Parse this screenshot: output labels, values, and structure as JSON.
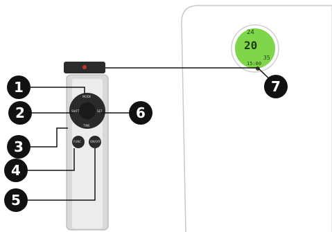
{
  "callouts": [
    {
      "label": "1",
      "meaning": "mode-button"
    },
    {
      "label": "2",
      "meaning": "left-arrow-button"
    },
    {
      "label": "3",
      "meaning": "time-button"
    },
    {
      "label": "4",
      "meaning": "function-button"
    },
    {
      "label": "5",
      "meaning": "on-off-button"
    },
    {
      "label": "6",
      "meaning": "right-arrow-button"
    },
    {
      "label": "7",
      "meaning": "ir-receiver"
    }
  ],
  "remote": {
    "mode_label": "MODE",
    "left_label": "SHIFT",
    "right_label": "SET",
    "time_label": "TIME",
    "func_label": "FUNC",
    "onoff_label": "ON/OFF"
  },
  "display": {
    "top_temp": "24",
    "set_temp": "20",
    "humidity": "35",
    "time": "15:00"
  },
  "colors": {
    "callout_fill": "#111111",
    "lcd_green": "#7fd64a",
    "remote_body": "#d9d9d9",
    "remote_panel": "#2a2a2a"
  }
}
